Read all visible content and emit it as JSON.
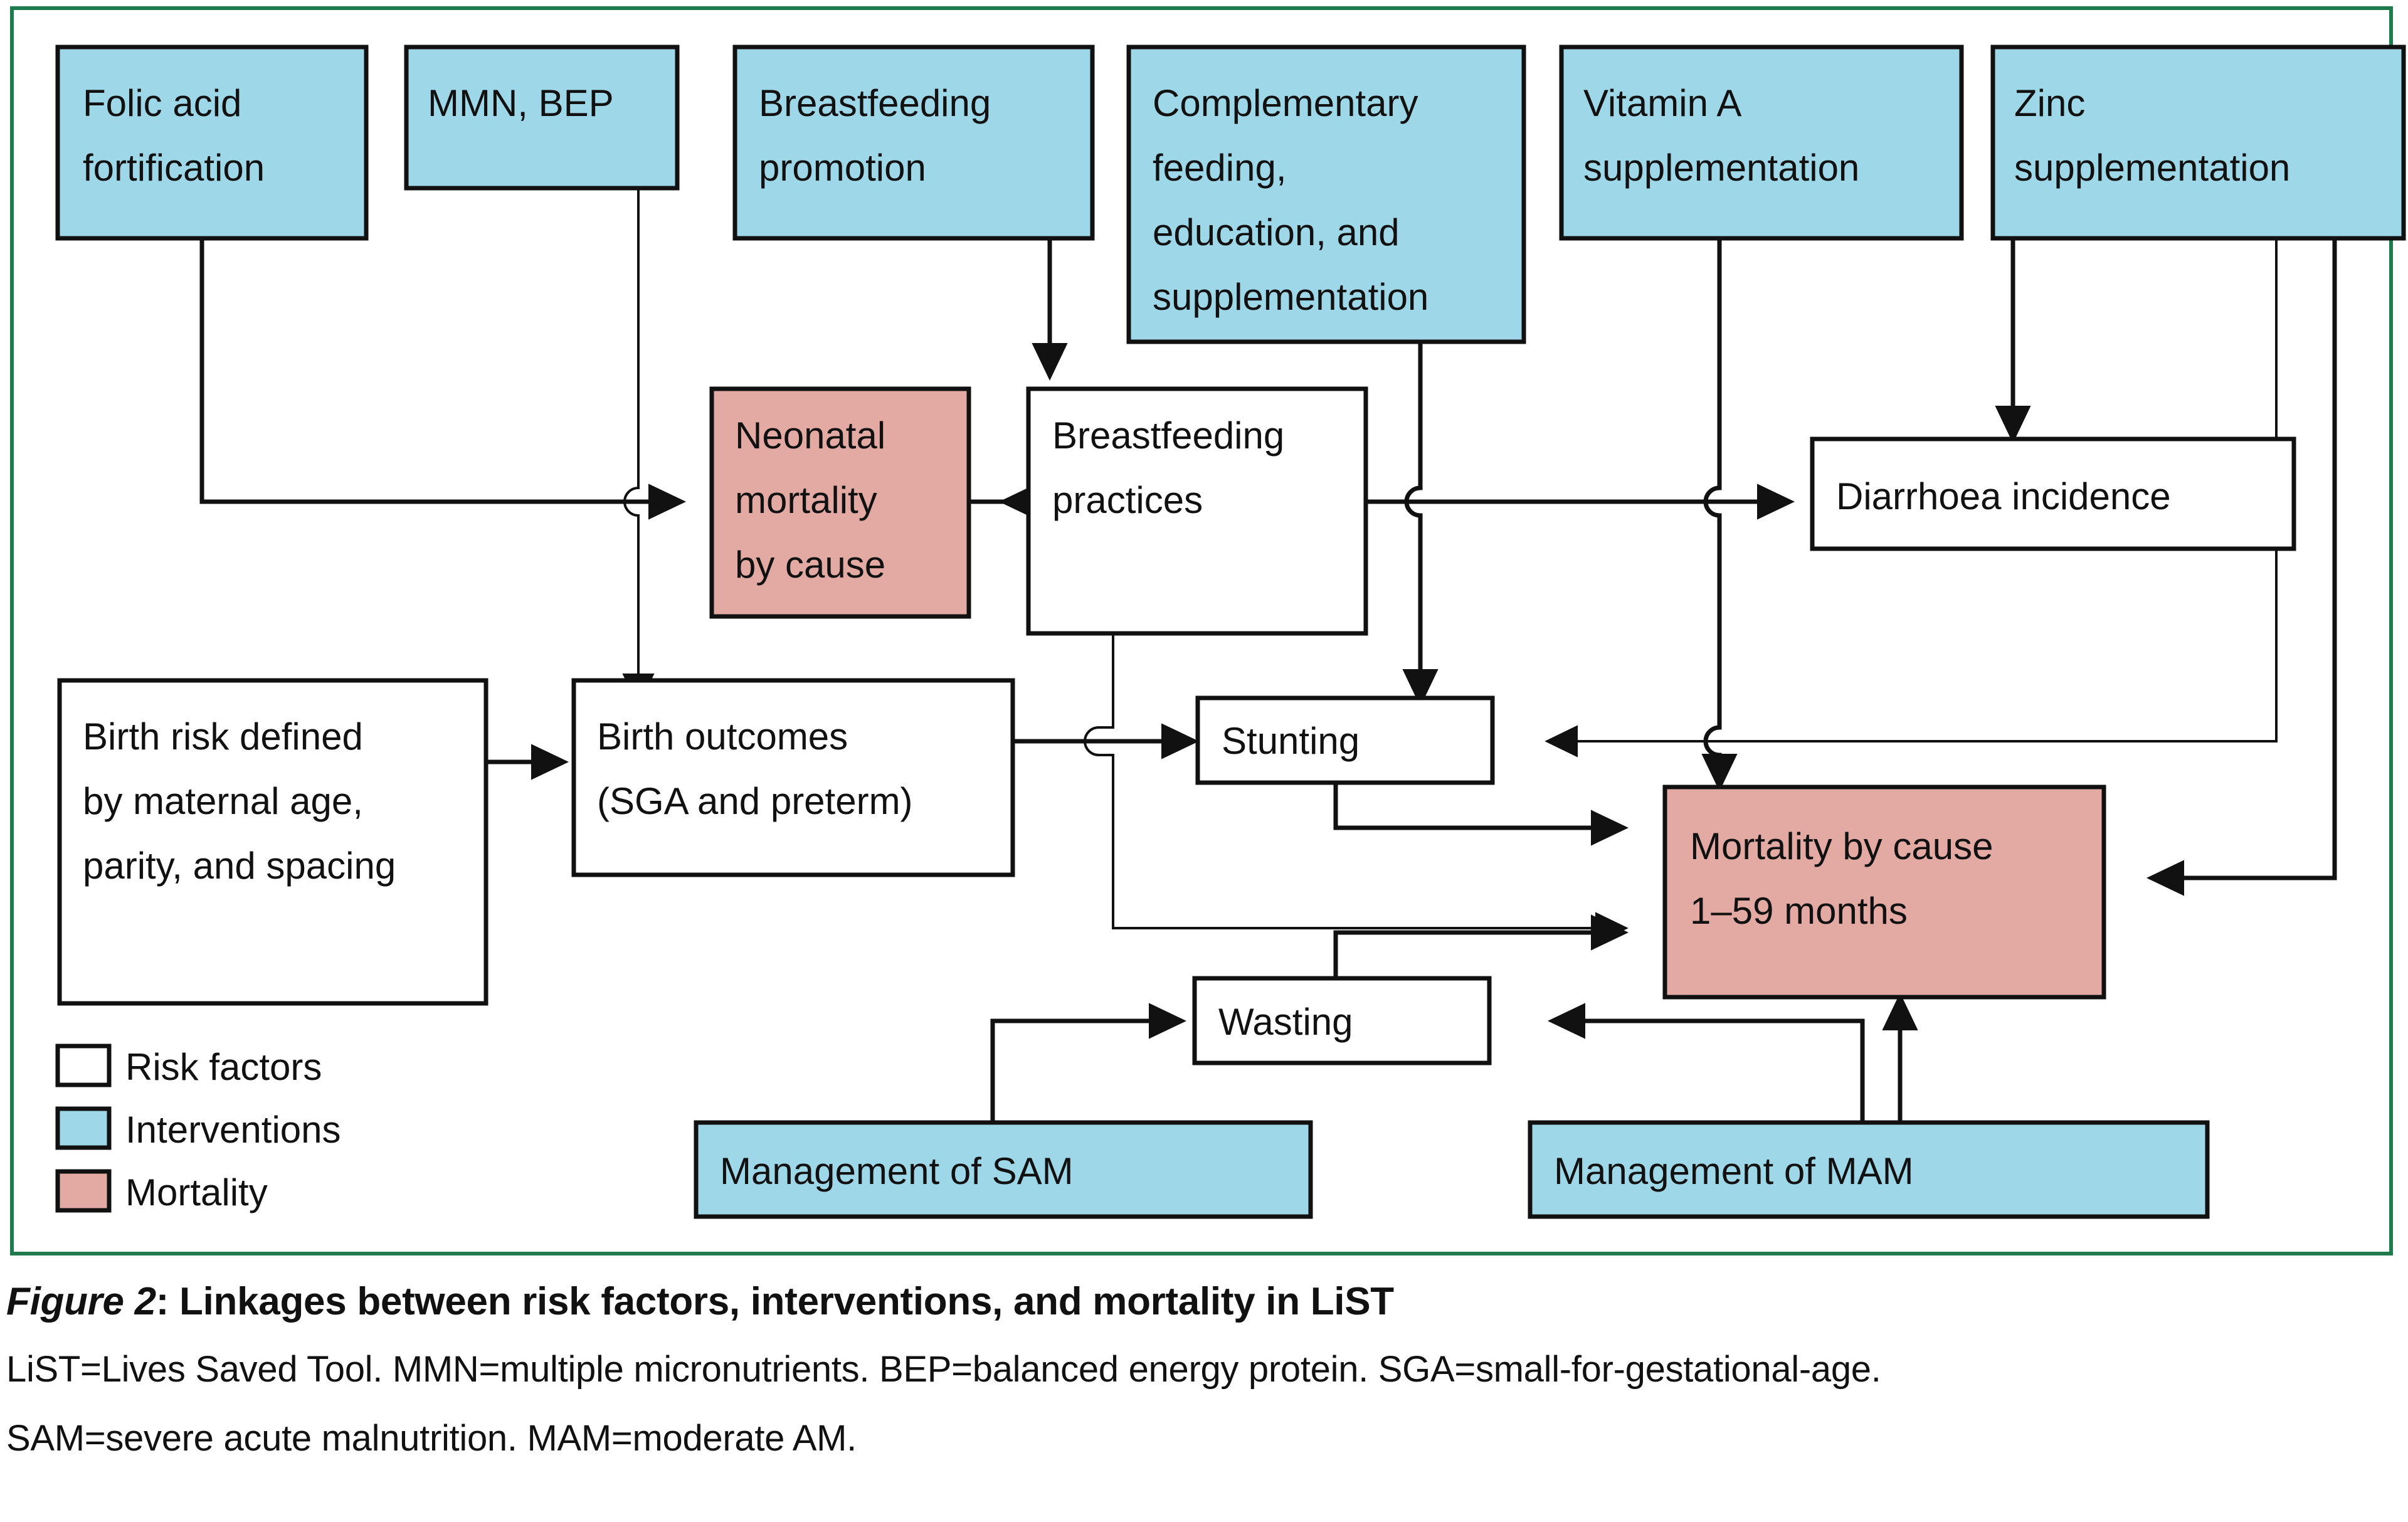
{
  "figure": {
    "caption_prefix": "Figure 2",
    "caption_title": ": Linkages between risk factors, interventions, and mortality in LiST",
    "caption_line2": "LiST=Lives Saved Tool. MMN=multiple micronutrients. BEP=balanced energy protein. SGA=small-for-gestational-age.",
    "caption_line3": "SAM=severe acute malnutrition. MAM=moderate AM."
  },
  "colors": {
    "intervention": "#9ed8e8",
    "mortality": "#e3aaa3",
    "risk_factor": "#ffffff",
    "border": "#111111",
    "frame": "#1f7a4d"
  },
  "legend": {
    "items": [
      {
        "label": "Risk factors",
        "swatch": "risk_factor"
      },
      {
        "label": "Interventions",
        "swatch": "intervention"
      },
      {
        "label": "Mortality",
        "swatch": "mortality"
      }
    ]
  },
  "nodes": {
    "folic_acid": {
      "label_l1": "Folic acid",
      "label_l2": "fortification",
      "type": "intervention"
    },
    "mmn_bep": {
      "label_l1": "MMN, BEP",
      "label_l2": "",
      "type": "intervention"
    },
    "breastfeeding_promotion": {
      "label_l1": "Breastfeeding",
      "label_l2": "promotion",
      "type": "intervention"
    },
    "complementary_feeding": {
      "label_l1": "Complementary",
      "label_l2": "feeding,",
      "label_l3": "education, and",
      "label_l4": "supplementation",
      "type": "intervention"
    },
    "vitamin_a": {
      "label_l1": "Vitamin A",
      "label_l2": "supplementation",
      "type": "intervention"
    },
    "zinc": {
      "label_l1": "Zinc",
      "label_l2": "supplementation",
      "type": "intervention"
    },
    "neonatal_mortality": {
      "label_l1": "Neonatal",
      "label_l2": "mortality",
      "label_l3": "by cause",
      "type": "mortality"
    },
    "breastfeeding_practices": {
      "label_l1": "Breastfeeding",
      "label_l2": "practices",
      "type": "risk_factor"
    },
    "diarrhoea_incidence": {
      "label_l1": "Diarrhoea incidence",
      "label_l2": "",
      "type": "risk_factor"
    },
    "birth_risk": {
      "label_l1": "Birth risk defined",
      "label_l2": "by maternal age,",
      "label_l3": "parity, and spacing",
      "type": "risk_factor"
    },
    "birth_outcomes": {
      "label_l1": "Birth outcomes",
      "label_l2": "(SGA and preterm)",
      "type": "risk_factor"
    },
    "stunting": {
      "label_l1": "Stunting",
      "label_l2": "",
      "type": "risk_factor"
    },
    "mortality_1_59": {
      "label_l1": "Mortality by cause",
      "label_l2": "1–59 months",
      "type": "mortality"
    },
    "wasting": {
      "label_l1": "Wasting",
      "label_l2": "",
      "type": "risk_factor"
    },
    "management_sam": {
      "label_l1": "Management of SAM",
      "label_l2": "",
      "type": "intervention"
    },
    "management_mam": {
      "label_l1": "Management of MAM",
      "label_l2": "",
      "type": "intervention"
    }
  },
  "links": [
    {
      "from": "folic_acid",
      "to": "neonatal_mortality"
    },
    {
      "from": "mmn_bep",
      "to": "birth_outcomes"
    },
    {
      "from": "breastfeeding_promotion",
      "to": "breastfeeding_practices"
    },
    {
      "from": "breastfeeding_practices",
      "to": "neonatal_mortality"
    },
    {
      "from": "breastfeeding_practices",
      "to": "stunting"
    },
    {
      "from": "breastfeeding_practices",
      "to": "diarrhoea_incidence"
    },
    {
      "from": "breastfeeding_practices",
      "to": "mortality_1_59"
    },
    {
      "from": "complementary_feeding",
      "to": "stunting"
    },
    {
      "from": "vitamin_a",
      "to": "mortality_1_59"
    },
    {
      "from": "zinc",
      "to": "diarrhoea_incidence"
    },
    {
      "from": "zinc",
      "to": "stunting"
    },
    {
      "from": "zinc",
      "to": "mortality_1_59"
    },
    {
      "from": "birth_risk",
      "to": "birth_outcomes"
    },
    {
      "from": "birth_outcomes",
      "to": "stunting"
    },
    {
      "from": "stunting",
      "to": "mortality_1_59"
    },
    {
      "from": "wasting",
      "to": "mortality_1_59"
    },
    {
      "from": "management_sam",
      "to": "wasting"
    },
    {
      "from": "management_mam",
      "to": "wasting"
    },
    {
      "from": "management_mam",
      "to": "mortality_1_59"
    }
  ]
}
